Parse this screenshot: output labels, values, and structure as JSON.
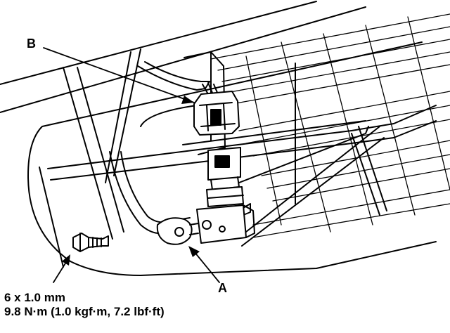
{
  "callouts": {
    "b": "B",
    "a": "A"
  },
  "bolt_spec": {
    "size": "6 x 1.0 mm",
    "torque": "9.8 N·m (1.0 kgf·m, 7.2 lbf·ft)"
  }
}
